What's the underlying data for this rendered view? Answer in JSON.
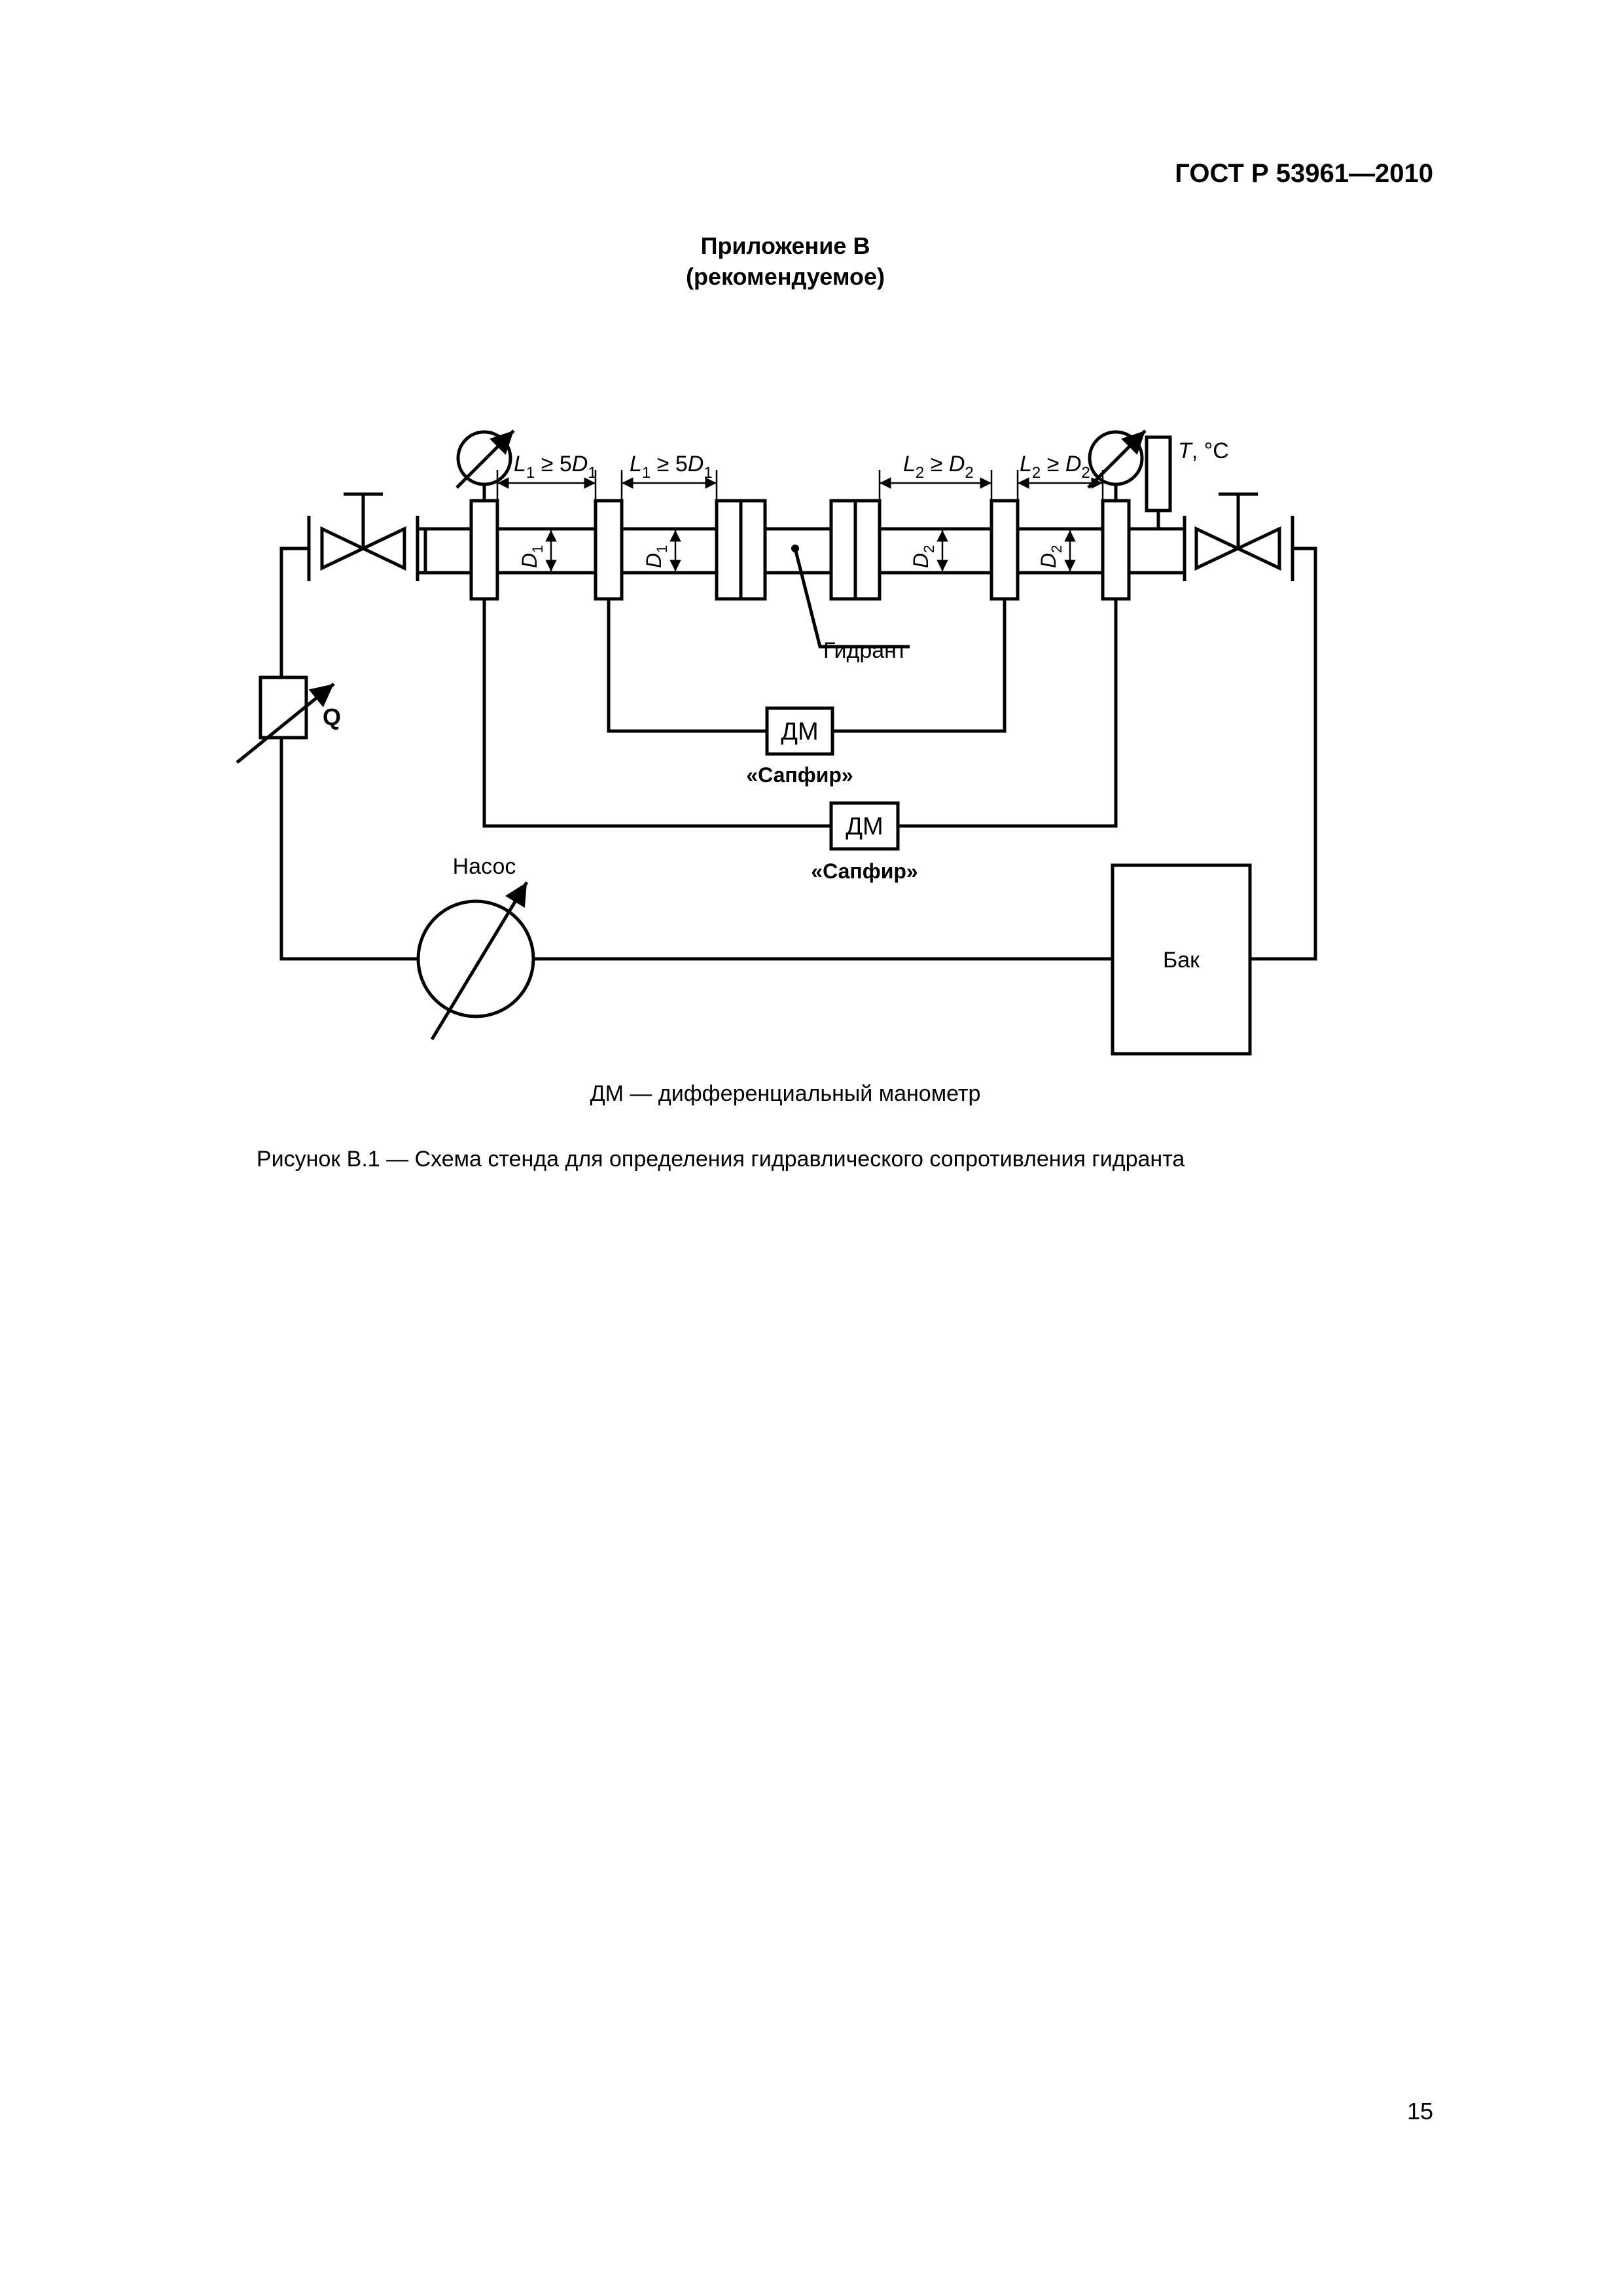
{
  "header": {
    "doc_code": "ГОСТ Р 53961—2010"
  },
  "appendix": {
    "title": "Приложение В",
    "subtitle": "(рекомендуемое)"
  },
  "diagram": {
    "label_t": "T",
    "label_t_unit": ", °С",
    "label_q": "Q",
    "label_hydrant": "Гидрант",
    "label_pump": "Насос",
    "label_tank": "Бак",
    "dm_label": "ДМ",
    "sapfir_label": "«Сапфир»",
    "dim_l": "L",
    "dim_d": "D",
    "sub_1": "1",
    "sub_2": "2",
    "op_geq": " ≥ ",
    "five": "5"
  },
  "legend": "ДМ — дифференциальный манометр",
  "caption": "Рисунок В.1 — Схема стенда для определения гидравлического сопротивления гидранта",
  "page_number": "15"
}
